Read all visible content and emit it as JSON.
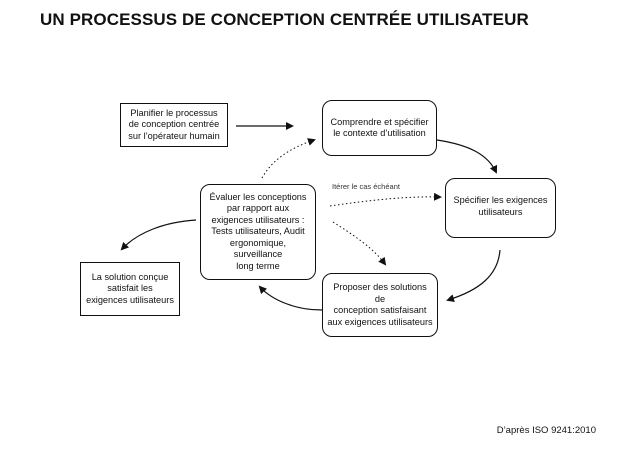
{
  "title": "UN PROCESSUS DE CONCEPTION CENTRÉE UTILISATEUR",
  "boxes": {
    "plan": "Planifier le processus\nde conception centrée\nsur l’opérateur humain",
    "understand": "Comprendre et spécifier\nle contexte d’utilisation",
    "specify": "Spécifier les exigences\nutilisateurs",
    "propose": "Proposer des solutions de\nconception satisfaisant\naux exigences utilisateurs",
    "evaluate": "Évaluer les conceptions\npar rapport aux\nexigences utilisateurs :\nTests utilisateurs, Audit\nergonomique, surveillance\nlong terme",
    "solution": "La solution conçue\nsatisfait les\nexigences utilisateurs"
  },
  "iterate_note": "Itérer le cas échéant",
  "credit": "D’après ISO 9241:2010"
}
